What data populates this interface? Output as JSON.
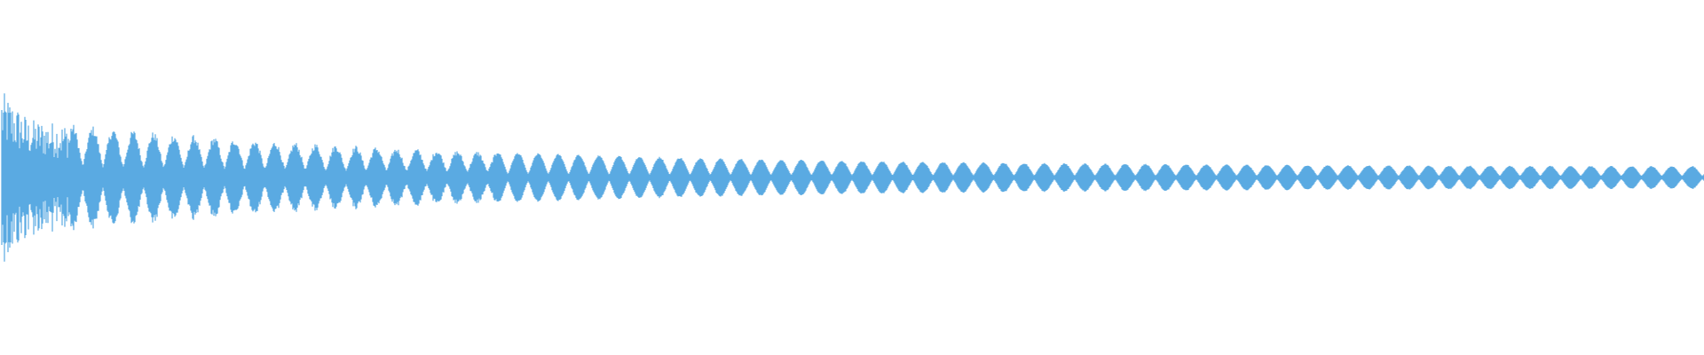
{
  "waveform": {
    "color": "#5aaae2",
    "background": "#ffffff",
    "envelope": {
      "attack_peak": 1.0,
      "decay": "exponential",
      "sustain_level": 0.1,
      "pulse_count": 84
    }
  }
}
